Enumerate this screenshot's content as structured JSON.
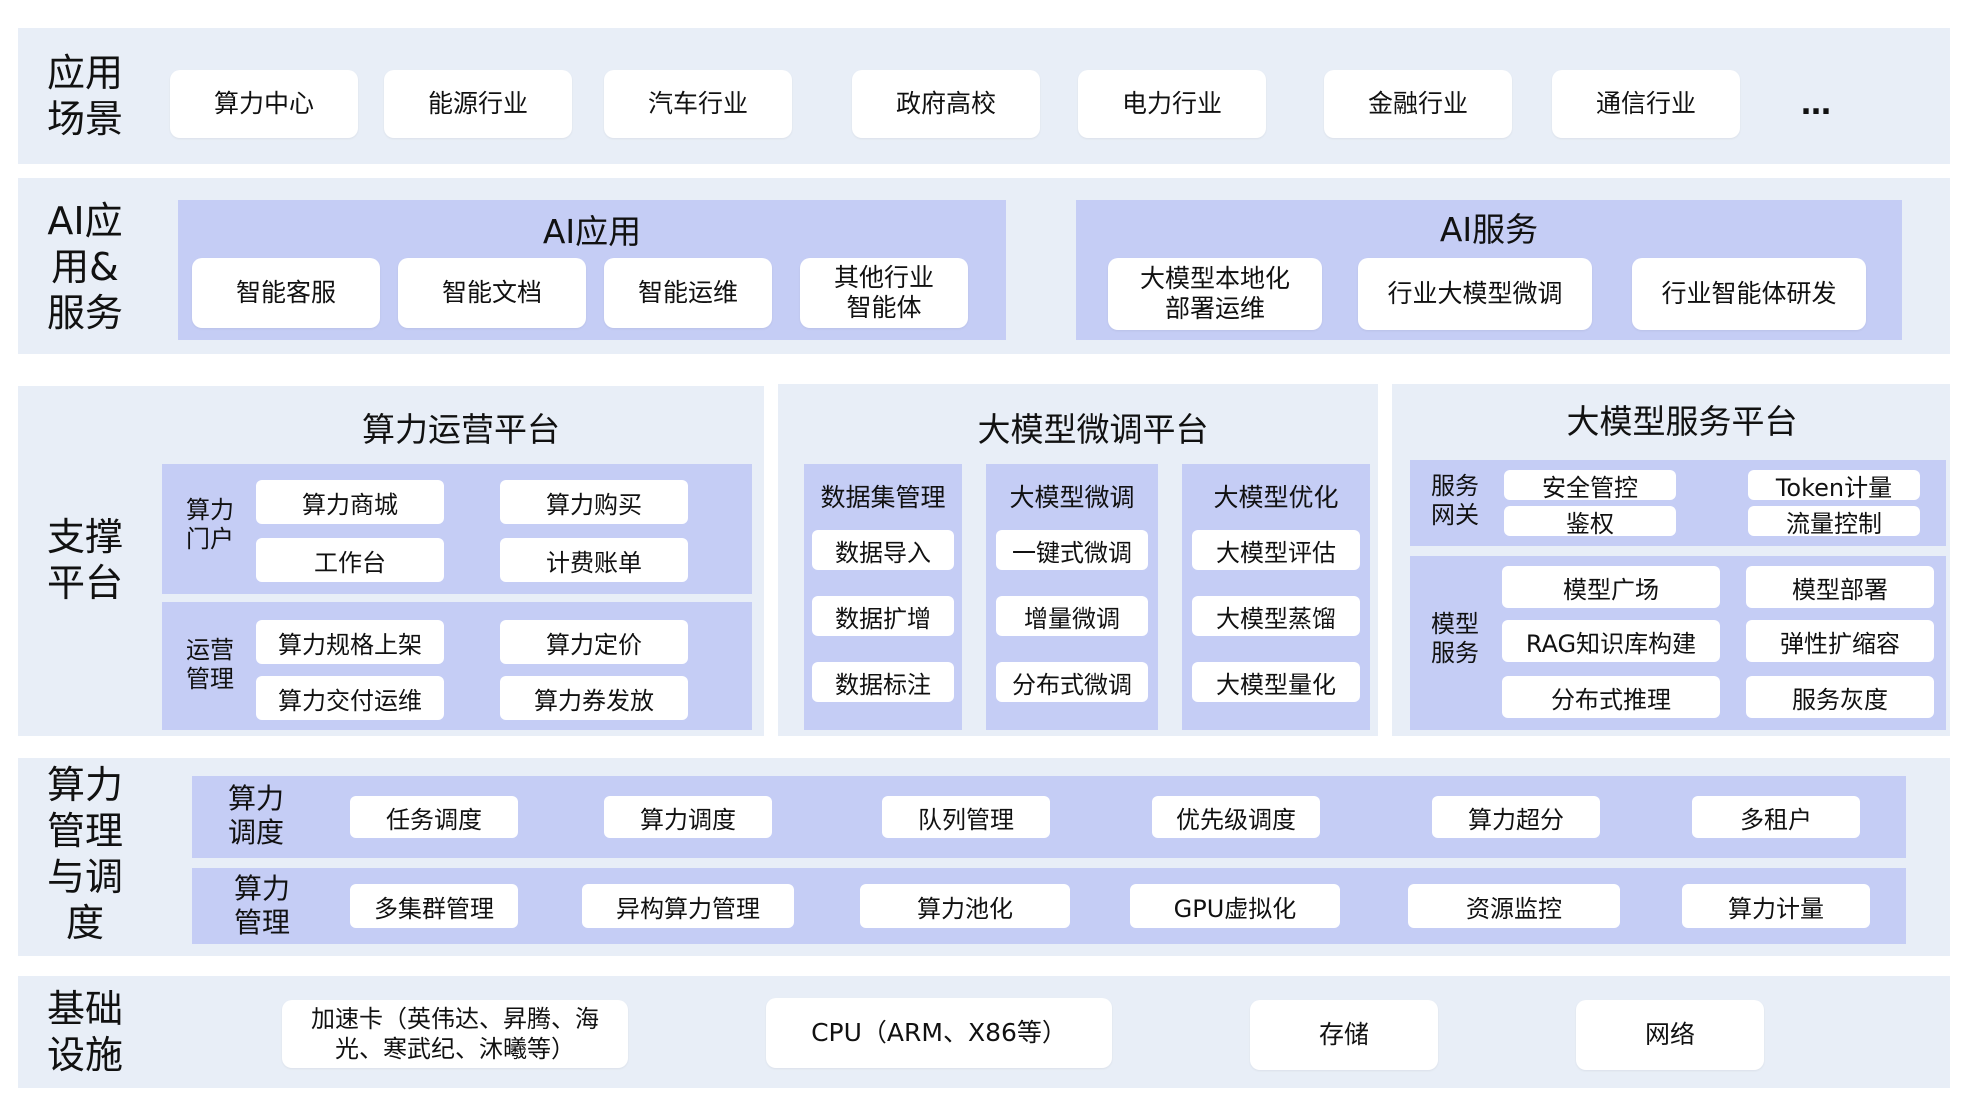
{
  "rows": {
    "app": {
      "label": "应用\n场景",
      "items": [
        "算力中心",
        "能源行业",
        "汽车行业",
        "政府高校",
        "电力行业",
        "金融行业",
        "通信行业"
      ],
      "more": "…"
    },
    "ai": {
      "label": "AI应\n用&\n服务",
      "app_title": "AI应用",
      "app_items": [
        "智能客服",
        "智能文档",
        "智能运维",
        "其他行业\n智能体"
      ],
      "svc_title": "AI服务",
      "svc_items": [
        "大模型本地化\n部署运维",
        "行业大模型微调",
        "行业智能体研发"
      ]
    },
    "support": {
      "label": "支撑\n平台",
      "ops": {
        "title": "算力运营平台",
        "portal_label": "算力\n门户",
        "portal_items": [
          "算力商城",
          "算力购买",
          "工作台",
          "计费账单"
        ],
        "manage_label": "运营\n管理",
        "manage_items": [
          "算力规格上架",
          "算力定价",
          "算力交付运维",
          "算力券发放"
        ]
      },
      "finetune": {
        "title": "大模型微调平台",
        "columns": [
          {
            "title": "数据集管理",
            "items": [
              "数据导入",
              "数据扩增",
              "数据标注"
            ]
          },
          {
            "title": "大模型微调",
            "items": [
              "一键式微调",
              "增量微调",
              "分布式微调"
            ]
          },
          {
            "title": "大模型优化",
            "items": [
              "大模型评估",
              "大模型蒸馏",
              "大模型量化"
            ]
          }
        ]
      },
      "service": {
        "title": "大模型服务平台",
        "gateway_label": "服务\n网关",
        "gateway_items": [
          "安全管控",
          "Token计量",
          "鉴权",
          "流量控制"
        ],
        "model_label": "模型\n服务",
        "model_items": [
          "模型广场",
          "模型部署",
          "RAG知识库构建",
          "弹性扩缩容",
          "分布式推理",
          "服务灰度"
        ]
      }
    },
    "compute": {
      "label": "算力\n管理\n与调\n度",
      "sched_label": "算力\n调度",
      "sched_items": [
        "任务调度",
        "算力调度",
        "队列管理",
        "优先级调度",
        "算力超分",
        "多租户"
      ],
      "mgmt_label": "算力\n管理",
      "mgmt_items": [
        "多集群管理",
        "异构算力管理",
        "算力池化",
        "GPU虚拟化",
        "资源监控",
        "算力计量"
      ]
    },
    "infra": {
      "label": "基础\n设施",
      "items": [
        "加速卡（英伟达、昇腾、海\n光、寒武纪、沐曦等）",
        "CPU（ARM、X86等）",
        "存储",
        "网络"
      ]
    }
  }
}
